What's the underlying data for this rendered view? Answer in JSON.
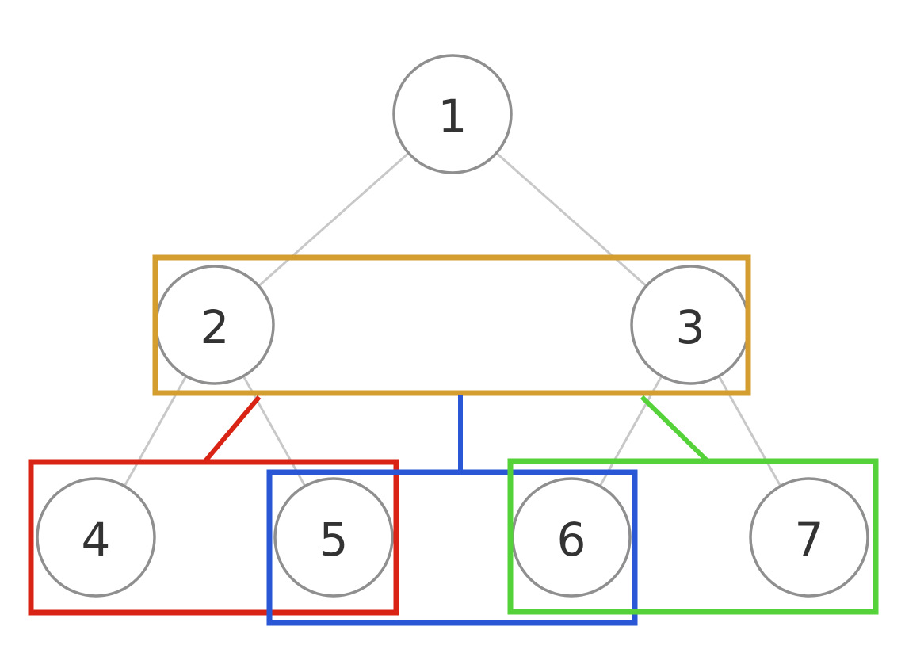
{
  "nodes": [
    {
      "id": "node-1",
      "label": "1"
    },
    {
      "id": "node-2",
      "label": "2"
    },
    {
      "id": "node-3",
      "label": "3"
    },
    {
      "id": "node-4",
      "label": "4"
    },
    {
      "id": "node-5",
      "label": "5"
    },
    {
      "id": "node-6",
      "label": "6"
    },
    {
      "id": "node-7",
      "label": "7"
    }
  ],
  "edges": [
    [
      "1",
      "2"
    ],
    [
      "1",
      "3"
    ],
    [
      "2",
      "4"
    ],
    [
      "2",
      "5"
    ],
    [
      "3",
      "6"
    ],
    [
      "3",
      "7"
    ]
  ],
  "highlight_colors": {
    "level_2_group": "#d39e2f",
    "group_4_5": "#d92415",
    "group_5_6": "#2a57d6",
    "group_6_7": "#55d23a"
  }
}
